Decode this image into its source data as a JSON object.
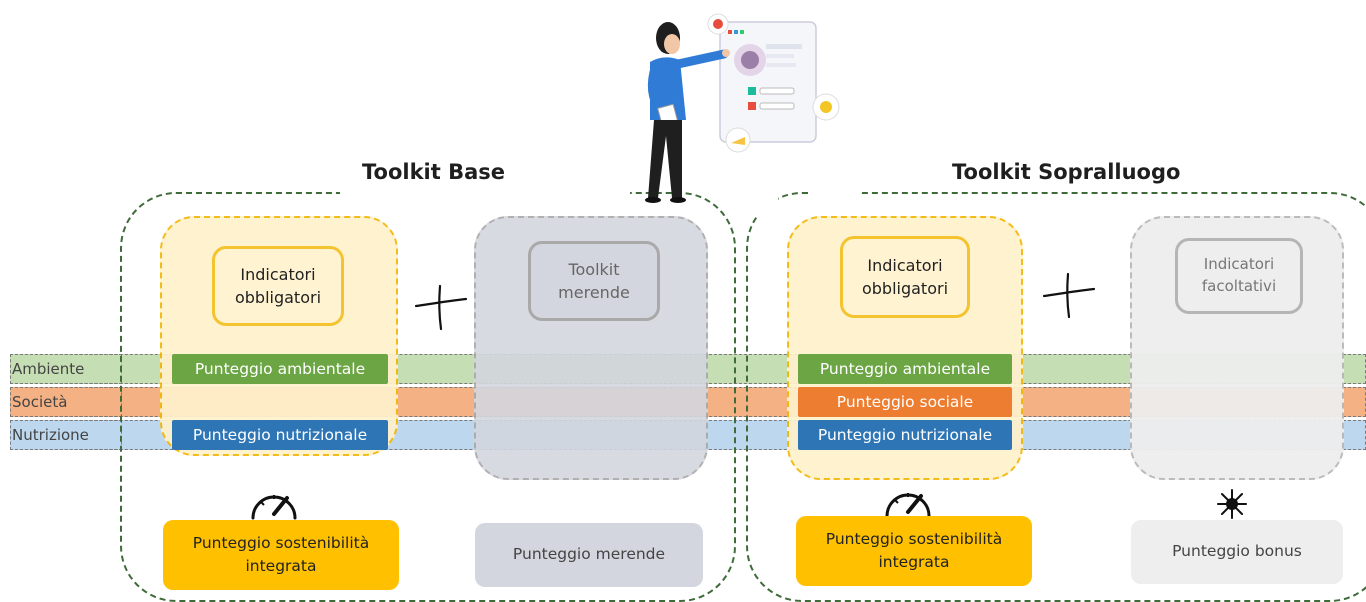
{
  "toolkits": {
    "base": {
      "title": "Toolkit Base",
      "mandatory_box": "Indicatori\nobbligatori",
      "secondary_box": "Toolkit\nmerende",
      "scores": {
        "environment": "Punteggio ambientale",
        "nutrition": "Punteggio nutrizionale"
      },
      "result_primary": "Punteggio sostenibilità\nintegrata",
      "result_secondary": "Punteggio merende"
    },
    "sopralluogo": {
      "title": "Toolkit Sopralluogo",
      "mandatory_box": "Indicatori\nobbligatori",
      "secondary_box": "Indicatori\nfacoltativi",
      "scores": {
        "environment": "Punteggio ambientale",
        "social": "Punteggio sociale",
        "nutrition": "Punteggio nutrizionale"
      },
      "result_primary": "Punteggio sostenibilità\nintegrata",
      "result_secondary": "Punteggio bonus"
    }
  },
  "bands": {
    "environment": "Ambiente",
    "society": "Società",
    "nutrition": "Nutrizione"
  },
  "colors": {
    "environment_band": "#c5deb3",
    "society_band": "#f4b183",
    "nutrition_band": "#bdd7ee",
    "environment": "#6ca544",
    "social": "#ed7d31",
    "nutrition": "#2e75b6",
    "mandatory": "#ffc000",
    "frame": "#3f6b3a"
  },
  "icons": [
    "gauge-icon",
    "star-icon",
    "plus-icon",
    "presenter-illustration"
  ]
}
